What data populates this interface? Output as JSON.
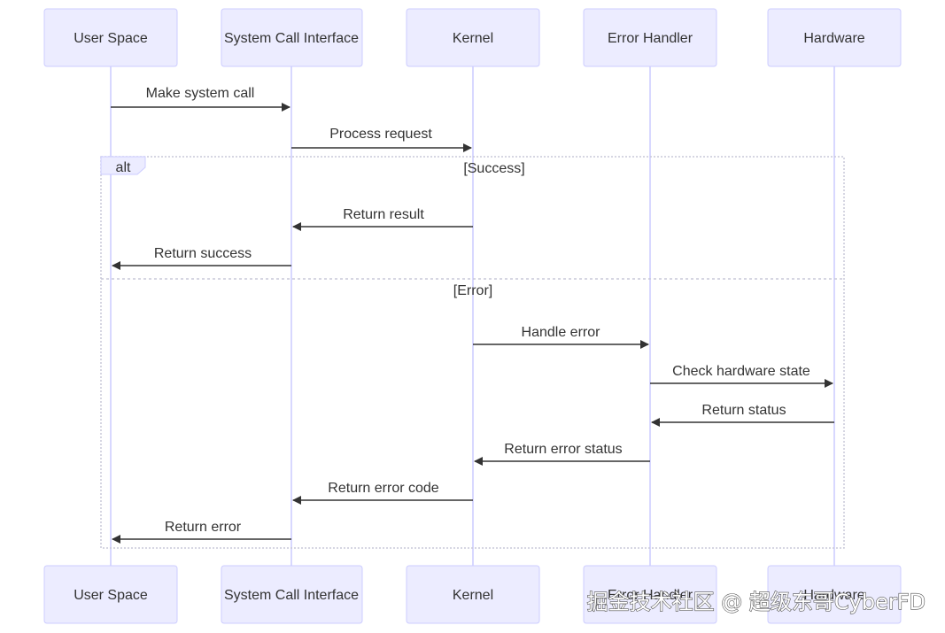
{
  "participants": [
    {
      "id": "user",
      "label": "User Space"
    },
    {
      "id": "sci",
      "label": "System Call Interface"
    },
    {
      "id": "kernel",
      "label": "Kernel"
    },
    {
      "id": "err",
      "label": "Error Handler"
    },
    {
      "id": "hw",
      "label": "Hardware"
    }
  ],
  "messages": [
    {
      "from": "user",
      "to": "sci",
      "text": "Make system call"
    },
    {
      "from": "sci",
      "to": "kernel",
      "text": "Process request"
    },
    {
      "from": "kernel",
      "to": "sci",
      "text": "Return result"
    },
    {
      "from": "sci",
      "to": "user",
      "text": "Return success"
    },
    {
      "from": "kernel",
      "to": "err",
      "text": "Handle error"
    },
    {
      "from": "err",
      "to": "hw",
      "text": "Check hardware state"
    },
    {
      "from": "hw",
      "to": "err",
      "text": "Return status"
    },
    {
      "from": "err",
      "to": "kernel",
      "text": "Return error status"
    },
    {
      "from": "kernel",
      "to": "sci",
      "text": "Return error code"
    },
    {
      "from": "sci",
      "to": "user",
      "text": "Return error"
    }
  ],
  "alt_block": {
    "label": "alt",
    "conditions": [
      "[Success]",
      "[Error]"
    ]
  },
  "watermark": "掘金技术社区 @ 超级东哥CyberFD",
  "colors": {
    "actor_fill": "#ECECFF",
    "actor_stroke": "#CCCCFF",
    "lifeline": "#CCCCFF",
    "arrow": "#333333",
    "text": "#333333"
  }
}
